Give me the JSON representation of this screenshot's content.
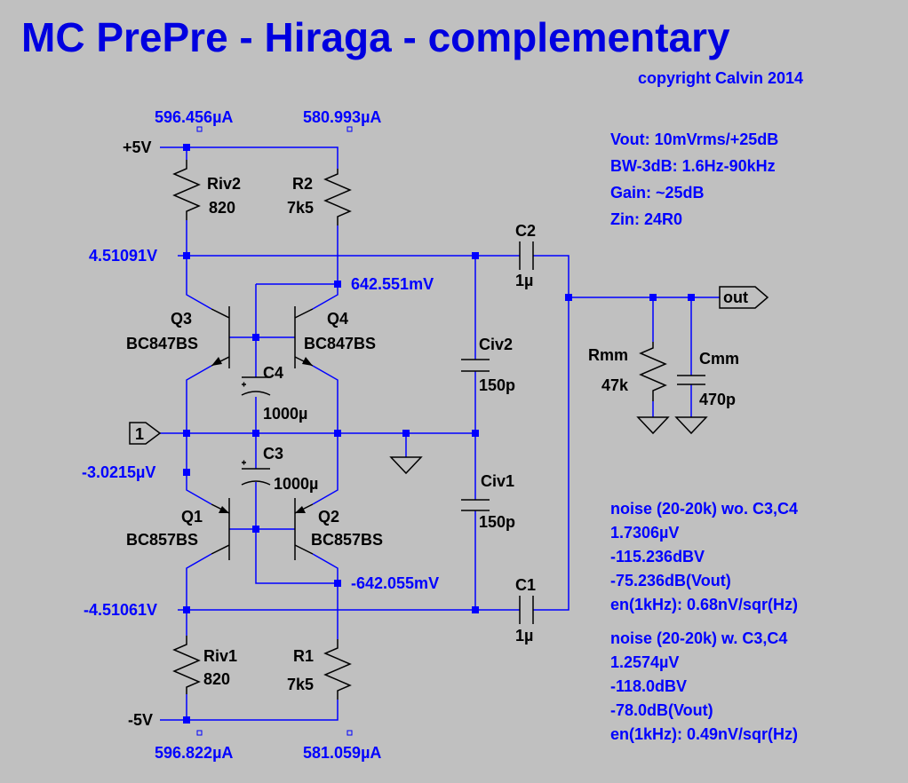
{
  "title": "MC PrePre - Hiraga - complementary",
  "copyright": "copyright Calvin 2014",
  "specs": [
    "Vout:  10mVrms/+25dB",
    "BW-3dB:  1.6Hz-90kHz",
    "Gain: ~25dB",
    "Zin: 24R0"
  ],
  "noise_wo": [
    "noise (20-20k) wo. C3,C4",
    "1.7306µV",
    "-115.236dBV",
    "-75.236dB(Vout)",
    "en(1kHz): 0.68nV/sqr(Hz)"
  ],
  "noise_w": [
    "noise (20-20k) w. C3,C4",
    "1.2574µV",
    "-118.0dBV",
    "-78.0dB(Vout)",
    "en(1kHz): 0.49nV/sqr(Hz)"
  ],
  "supply_pos": "+5V",
  "supply_neg": "-5V",
  "probes": {
    "i_riv2": "596.456µA",
    "i_r2": "580.993µA",
    "i_riv1": "596.822µA",
    "i_r1": "581.059µA",
    "v_top": "4.51091V",
    "v_q4c": "642.551mV",
    "v_in": "-3.0215µV",
    "v_q2c": "-642.055mV",
    "v_bot": "-4.51061V"
  },
  "components": {
    "riv2": {
      "name": "Riv2",
      "value": "820"
    },
    "r2": {
      "name": "R2",
      "value": "7k5"
    },
    "riv1": {
      "name": "Riv1",
      "value": "820"
    },
    "r1": {
      "name": "R1",
      "value": "7k5"
    },
    "q3": {
      "name": "Q3",
      "value": "BC847BS"
    },
    "q4": {
      "name": "Q4",
      "value": "BC847BS"
    },
    "q1": {
      "name": "Q1",
      "value": "BC857BS"
    },
    "q2": {
      "name": "Q2",
      "value": "BC857BS"
    },
    "c4": {
      "name": "C4",
      "value": "1000µ"
    },
    "c3": {
      "name": "C3",
      "value": "1000µ"
    },
    "civ2": {
      "name": "Civ2",
      "value": "150p"
    },
    "civ1": {
      "name": "Civ1",
      "value": "150p"
    },
    "c2": {
      "name": "C2",
      "value": "1µ"
    },
    "c1": {
      "name": "C1",
      "value": "1µ"
    },
    "rmm": {
      "name": "Rmm",
      "value": "47k"
    },
    "cmm": {
      "name": "Cmm",
      "value": "470p"
    }
  },
  "ports": {
    "input": "1",
    "output": "out"
  }
}
